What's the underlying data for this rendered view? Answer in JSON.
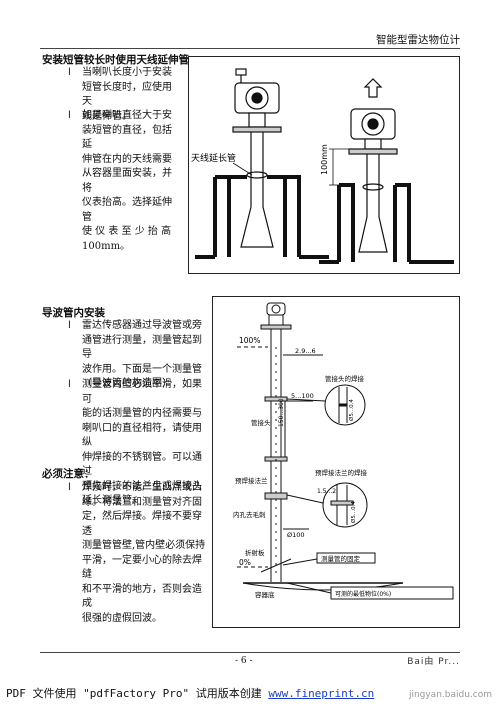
{
  "header": {
    "title": "智能型雷达物位计"
  },
  "section1": {
    "title": "安装短管较长时使用天线延伸管",
    "bullets": [
      [
        "当喇叭长度小于安装",
        "短管长度时，应使用天",
        "线延伸管。"
      ],
      [
        "如果喇叭直径大于安",
        "装短管的直径，包括延",
        "伸管在内的天线需要",
        "从容器里面安装，并将",
        "仪表抬高。选择延伸管",
        "使 仪 表 至 少 抬 高",
        "100mm。"
      ]
    ],
    "bullet_marker": "l",
    "figure": {
      "label_extension": "天线延长管",
      "label_100mm": "100mm"
    }
  },
  "section2": {
    "title": "导波管内安装",
    "bullets": [
      [
        "雷达传感器通过导波管或旁",
        "通管进行测量，测量管起到导",
        "波作用。下面是一个测量管",
        "（导波管的构造图）"
      ],
      [
        "测量管内壁必须平滑，如果可",
        "能的话测量管的内径需要与",
        "喇叭口的直径相符，请使用纵",
        "伸焊接的不锈钢管。可以通过",
        "预先焊接的法兰盘或焊接头",
        "延长测量管。"
      ]
    ],
    "notes_title": "必须注意：",
    "notes": [
      [
        "焊接时，不能产生凸点或凸",
        "缘。将法兰和测量管对齐固",
        "定，然后焊接。焊接不要穿透",
        "测量管管壁,管内壁必须保持",
        "平滑，一定要小心的除去焊缝",
        "和不平滑的地方，否则会造成",
        "很强的虚假回波。"
      ]
    ],
    "figure": {
      "pct_100": "100%",
      "pct_0": "0%",
      "dim_29": "2.9...6",
      "dim_150": "150...300",
      "dim_5": "5...100",
      "dim_100": "Ø100",
      "label_pipe_joint": "管接头",
      "label_pipe_joint_weld": "管接头的焊接",
      "label_pre_weld_flange": "预焊接法兰",
      "label_flange_weld": "预焊接法兰的焊接",
      "label_inner_hole": "内孔去毛刺",
      "label_reflector": "折射板",
      "label_fixing": "测量管的固定",
      "label_bottom": "容器底",
      "label_min_level": "可测的最低物位(0%)",
      "label_15_2": "1.5...2",
      "label_5_08": "Ø5...0.4",
      "label_5_08b": "Ø5...0.4"
    }
  },
  "footer": {
    "page": "- 6 -",
    "watermark": "Bai由 Pr...",
    "pdf_prefix": "PDF 文件使用 \"pdfFactory Pro\" 试用版本创建 ",
    "pdf_link": "www.fineprint.cn",
    "jingyan": "jingyan.baidu.com"
  }
}
